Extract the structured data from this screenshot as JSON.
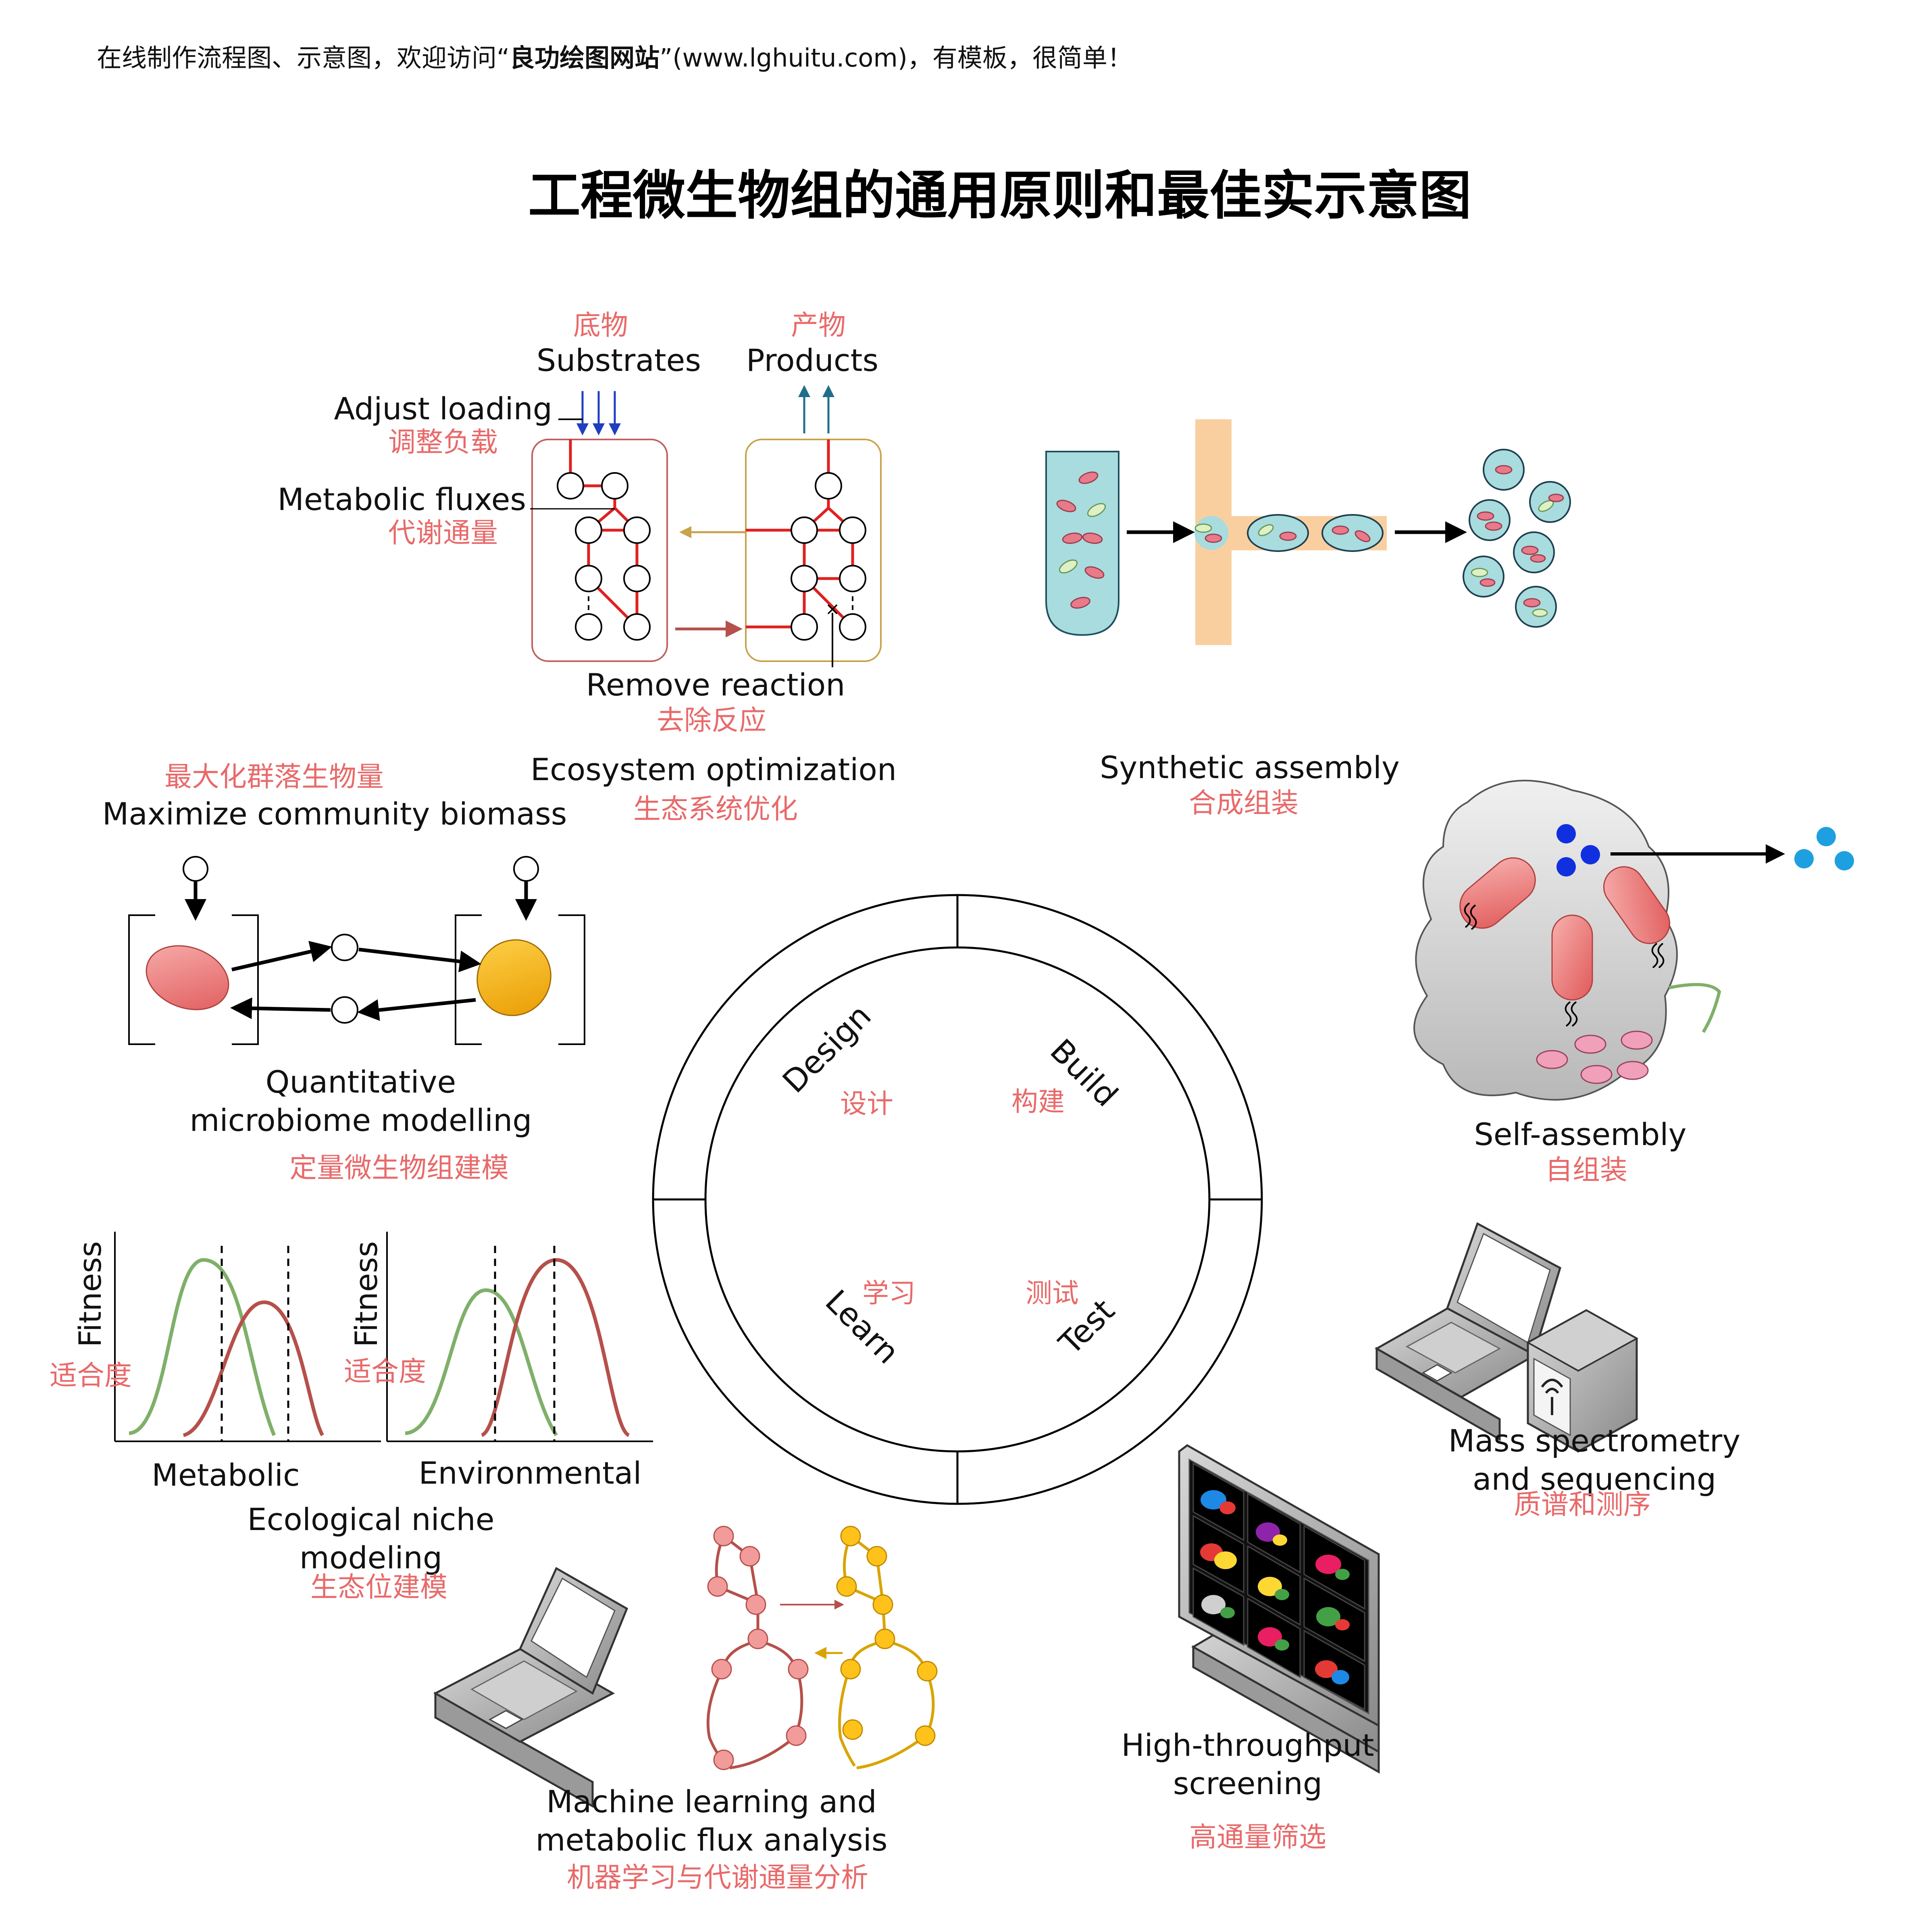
{
  "banner": {
    "prefix": "在线制作流程图、示意图，欢迎访问“",
    "site_name": "良功绘图网站",
    "suffix": "”(www.lghuitu.com)，有模板，很简单！"
  },
  "title": "工程微生物组的通用原则和最佳实示意图",
  "cycle": {
    "design": {
      "en": "Design",
      "zh": "设计"
    },
    "build": {
      "en": "Build",
      "zh": "构建"
    },
    "learn": {
      "en": "Learn",
      "zh": "学习"
    },
    "test": {
      "en": "Test",
      "zh": "测试"
    }
  },
  "ecosystem": {
    "substrates_zh": "底物",
    "substrates_en": "Substrates",
    "products_zh": "产物",
    "products_en": "Products",
    "adjust_en": "Adjust loading",
    "adjust_zh": "调整负载",
    "fluxes_en": "Metabolic fluxes",
    "fluxes_zh": "代谢通量",
    "remove_en": "Remove reaction",
    "remove_zh": "去除反应",
    "caption_en": "Ecosystem optimization",
    "caption_zh": "生态系统优化"
  },
  "synthetic": {
    "en": "Synthetic assembly",
    "zh": "合成组装"
  },
  "self_assembly": {
    "en": "Self-assembly",
    "zh": "自组装"
  },
  "maximize": {
    "zh": "最大化群落生物量",
    "en": "Maximize community biomass"
  },
  "quant": {
    "en1": "Quantitative",
    "en2": "microbiome modelling",
    "zh": "定量微生物组建模"
  },
  "niche": {
    "fitness": "Fitness",
    "fitness_zh": "适合度",
    "metabolic": "Metabolic",
    "environmental": "Environmental",
    "en1": "Ecological niche",
    "en2": "modeling",
    "zh": "生态位建模"
  },
  "ml": {
    "en1": "Machine learning and",
    "en2": "metabolic flux analysis",
    "zh": "机器学习与代谢通量分析"
  },
  "hts": {
    "en1": "High-throughput",
    "en2": "screening",
    "zh": "高通量筛选"
  },
  "ms": {
    "en1": "Mass spectrometry",
    "en2": "and sequencing",
    "zh": "质谱和测序"
  },
  "colors": {
    "accent_red": "#e86a6a",
    "dark_red": "#b5504a",
    "gold": "#d9a400",
    "green": "#7fb069",
    "teal": "#a8dcdf",
    "orange_band": "#f9cfa0"
  }
}
